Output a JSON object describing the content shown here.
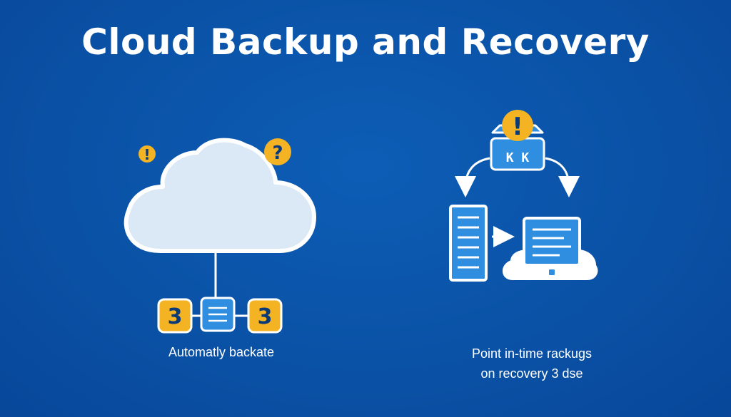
{
  "title": "Cloud Backup and Recovery",
  "left_panel": {
    "warning_badge": "!",
    "question_badge": "?",
    "node_left_label": "3",
    "node_right_label": "3",
    "caption": "Automatly backate"
  },
  "right_panel": {
    "alert_badge": "!",
    "vault_label": "K K",
    "caption_line1": "Point in-time rackugs",
    "caption_line2": "on  recovery 3 dse"
  },
  "colors": {
    "background": "#0b55a8",
    "cloud_fill": "#dbe9f7",
    "accent_yellow": "#f3b323",
    "node_blue": "#2f8ee0",
    "stroke_white": "#ffffff"
  }
}
